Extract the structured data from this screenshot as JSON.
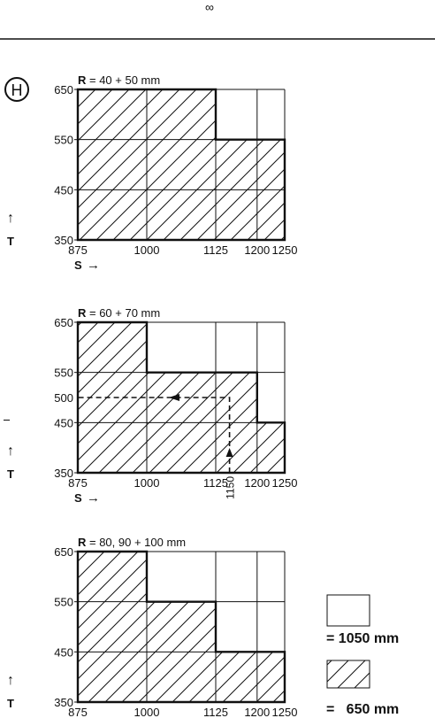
{
  "header": {
    "glyph": "∞"
  },
  "marker_letter": "H",
  "s_label": "S",
  "t_label": "T",
  "arrow_right": "→",
  "arrow_up": "↑",
  "s_ticks": [
    "875",
    "1000",
    "1125",
    "1200",
    "1250"
  ],
  "t_ticks": [
    "350",
    "450",
    "550",
    "650"
  ],
  "charts": [
    {
      "r_value": "40 + 50 mm",
      "hatched_steps": [
        {
          "s_from": 875,
          "s_to": 1125,
          "t_max": 650
        },
        {
          "s_from": 1125,
          "s_to": 1250,
          "t_max": 550
        }
      ]
    },
    {
      "r_value": "60 + 70 mm",
      "hatched_steps": [
        {
          "s_from": 875,
          "s_to": 1000,
          "t_max": 650
        },
        {
          "s_from": 1000,
          "s_to": 1200,
          "t_max": 550
        },
        {
          "s_from": 1200,
          "s_to": 1250,
          "t_max": 450
        }
      ],
      "example": {
        "s": 1150,
        "t": 500,
        "s_label": "1150",
        "t_label": "500"
      }
    },
    {
      "r_value": "80, 90 + 100 mm",
      "hatched_steps": [
        {
          "s_from": 875,
          "s_to": 1000,
          "t_max": 650
        },
        {
          "s_from": 1000,
          "s_to": 1125,
          "t_max": 550
        },
        {
          "s_from": 1125,
          "s_to": 1250,
          "t_max": 450
        }
      ]
    }
  ],
  "legend": [
    {
      "pattern": "blank",
      "label": "= 1050 mm"
    },
    {
      "pattern": "hatched",
      "label": "=   650 mm"
    }
  ]
}
